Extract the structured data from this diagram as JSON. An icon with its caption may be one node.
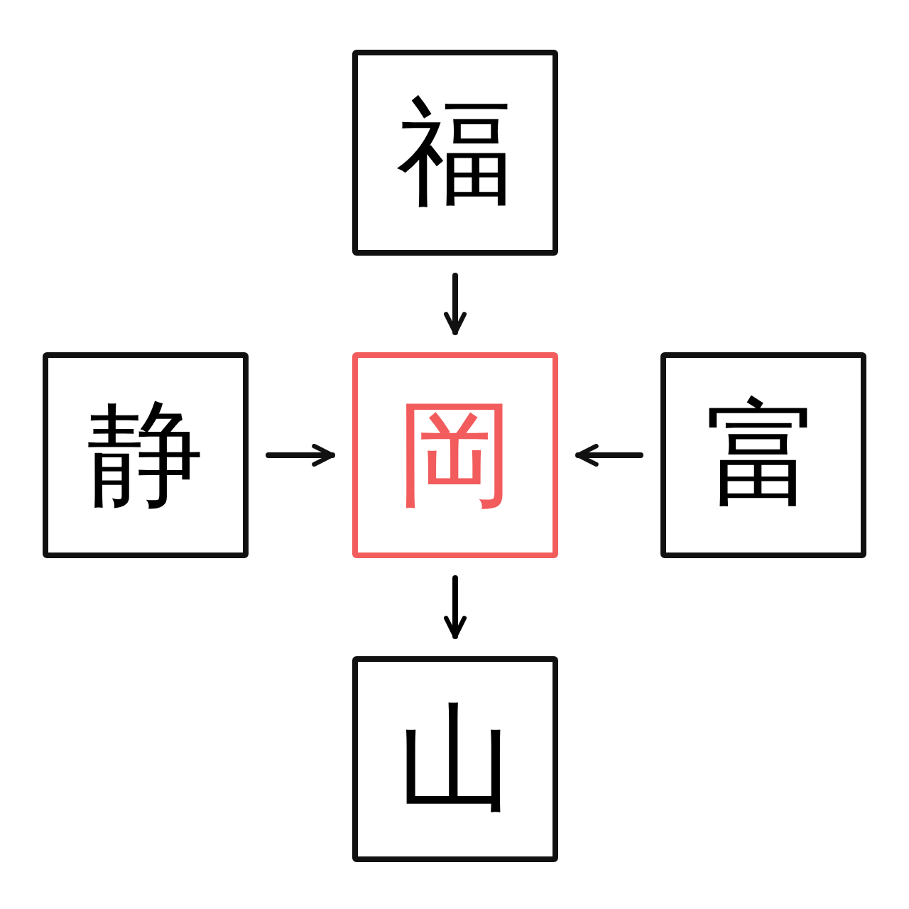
{
  "diagram": {
    "nodes": [
      {
        "text": [
          "福"
        ]
      },
      {
        "text": [
          "静"
        ]
      },
      {
        "text": [
          "岡"
        ]
      },
      {
        "text": [
          "富"
        ]
      },
      {
        "text": [
          "山"
        ]
      }
    ],
    "edges": [
      {
        "from": 0,
        "to": 2,
        "arrow": "to"
      },
      {
        "from": 1,
        "to": 2,
        "arrow": "to"
      },
      {
        "from": 3,
        "to": 2,
        "arrow": "to"
      },
      {
        "from": 2,
        "to": 4,
        "arrow": "to",
        "color": "#000000"
      }
    ]
  }
}
